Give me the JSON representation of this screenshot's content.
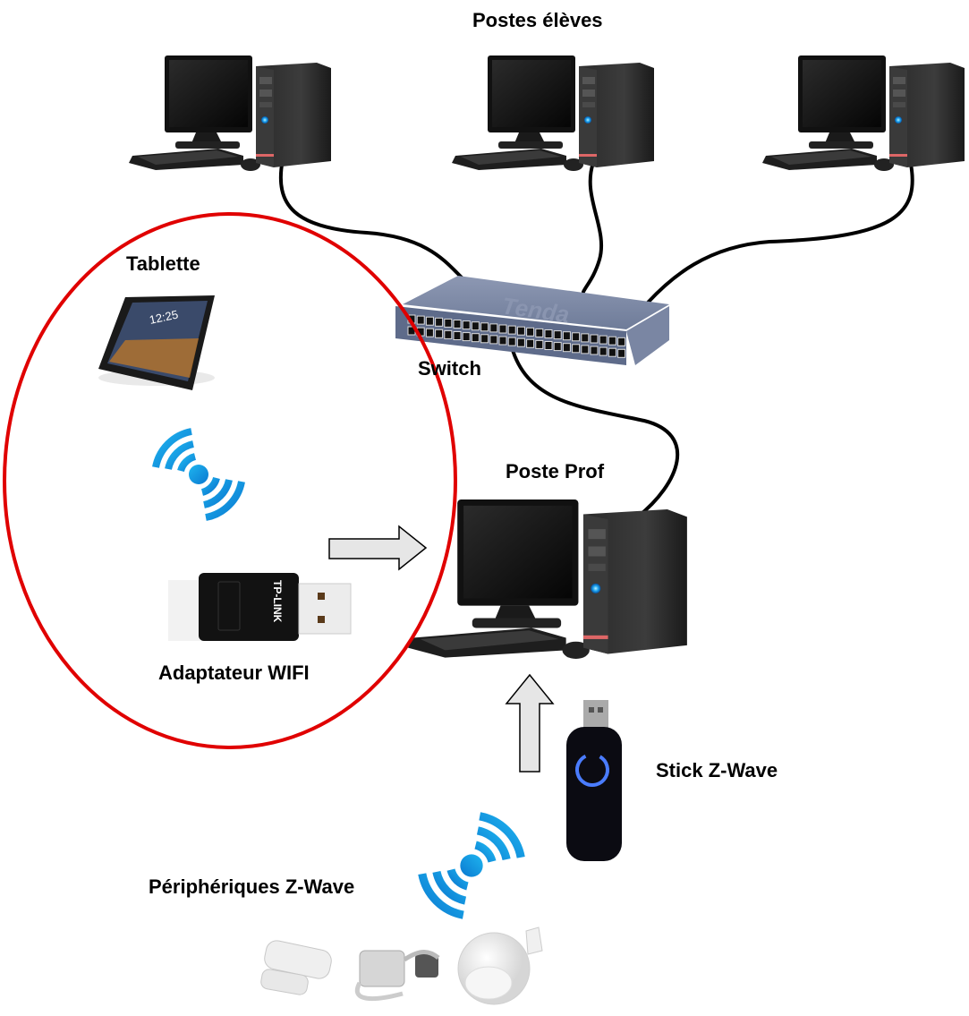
{
  "labels": {
    "student_stations": "Postes élèves",
    "tablet": "Tablette",
    "switch": "Switch",
    "teacher_station": "Poste Prof",
    "wifi_adapter": "Adaptateur WIFI",
    "zwave_stick": "Stick Z-Wave",
    "zwave_devices": "Périphériques Z-Wave"
  },
  "device_text": {
    "switch_brand": "Tenda",
    "adapter_brand": "TP-LINK",
    "tablet_clock": "12:25"
  },
  "colors": {
    "wifi_zone_outline": "#e00000",
    "cable": "#000000",
    "wireless_signal": "#1ba3e8",
    "arrow_fill": "#e6e6e6",
    "switch_body": "#6b7a99"
  },
  "nodes": [
    {
      "id": "pc-student-1",
      "type": "computer",
      "group": "Postes élèves"
    },
    {
      "id": "pc-student-2",
      "type": "computer",
      "group": "Postes élèves"
    },
    {
      "id": "pc-student-3",
      "type": "computer",
      "group": "Postes élèves"
    },
    {
      "id": "switch",
      "type": "switch",
      "label": "Switch"
    },
    {
      "id": "pc-teacher",
      "type": "computer",
      "label": "Poste Prof"
    },
    {
      "id": "tablet",
      "type": "tablet",
      "label": "Tablette"
    },
    {
      "id": "wifi-adapter",
      "type": "usb-wifi",
      "label": "Adaptateur WIFI"
    },
    {
      "id": "zwave-stick",
      "type": "usb-zwave",
      "label": "Stick Z-Wave"
    },
    {
      "id": "zwave-devices",
      "type": "sensors",
      "label": "Périphériques Z-Wave"
    }
  ],
  "links": [
    {
      "from": "pc-student-1",
      "to": "switch",
      "kind": "cable"
    },
    {
      "from": "pc-student-2",
      "to": "switch",
      "kind": "cable"
    },
    {
      "from": "pc-student-3",
      "to": "switch",
      "kind": "cable"
    },
    {
      "from": "switch",
      "to": "pc-teacher",
      "kind": "cable"
    },
    {
      "from": "tablet",
      "to": "wifi-adapter",
      "kind": "wifi"
    },
    {
      "from": "wifi-adapter",
      "to": "pc-teacher",
      "kind": "arrow"
    },
    {
      "from": "zwave-stick",
      "to": "pc-teacher",
      "kind": "arrow"
    },
    {
      "from": "zwave-devices",
      "to": "zwave-stick",
      "kind": "z-wave"
    }
  ]
}
